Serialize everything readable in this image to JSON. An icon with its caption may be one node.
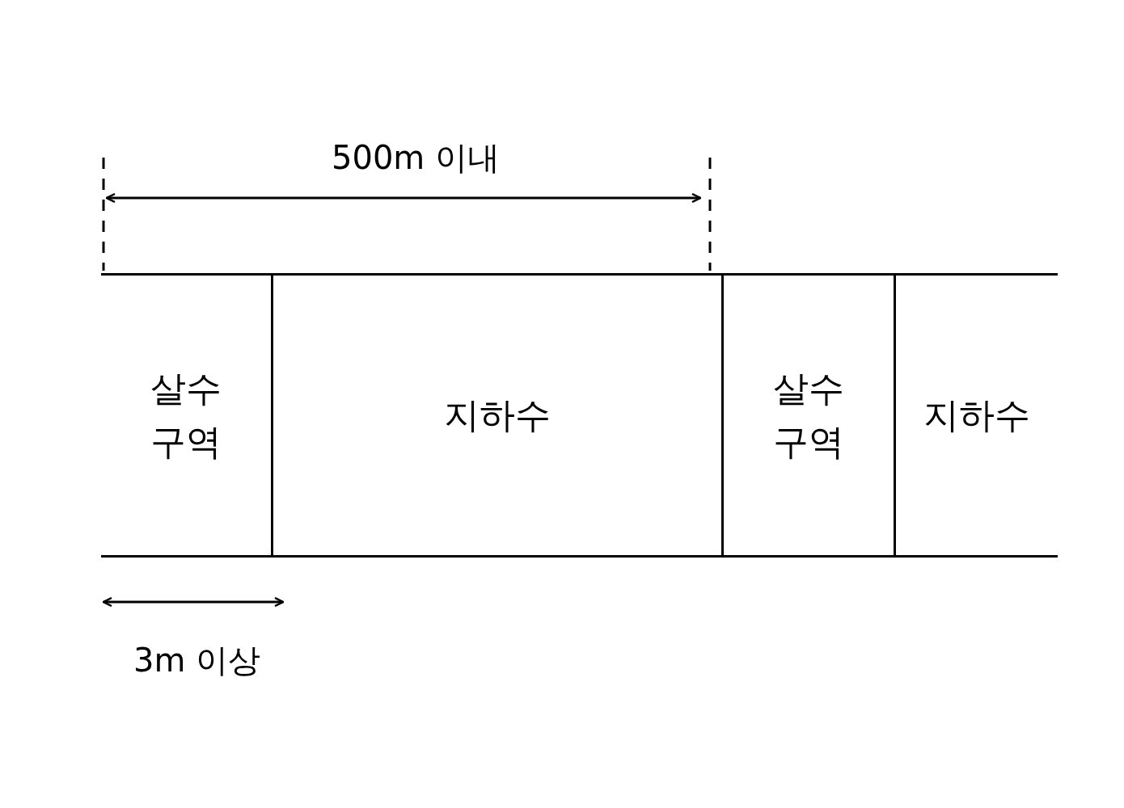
{
  "diagram": {
    "nodes": [
      {
        "text": [
          "살수 구역"
        ]
      },
      {
        "text": [
          "지하수"
        ]
      },
      {
        "text": [
          "살수 구역"
        ]
      },
      {
        "text": [
          "지하수"
        ]
      }
    ],
    "labels": [
      "500m 이내",
      "3m 이상"
    ]
  }
}
